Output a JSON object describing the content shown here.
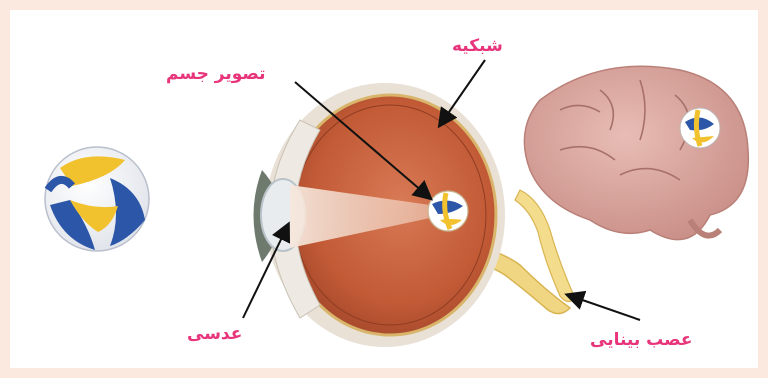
{
  "labels": {
    "retina": "شبکیه",
    "image": "تصویر جسم",
    "lens": "عدسی",
    "optic_nerve": "عصب بینایی"
  },
  "colors": {
    "label": "#e8347a",
    "page_border": "#fbe9e0",
    "eye_inner": "#c8603c",
    "sclera": "#f1ede6",
    "brain": "#d9a59f",
    "nerve": "#efd27a",
    "ball_blue": "#2c56a8",
    "ball_yellow": "#f2c12e"
  },
  "icons": [
    "volleyball-icon",
    "eye-cross-section",
    "brain-icon"
  ]
}
